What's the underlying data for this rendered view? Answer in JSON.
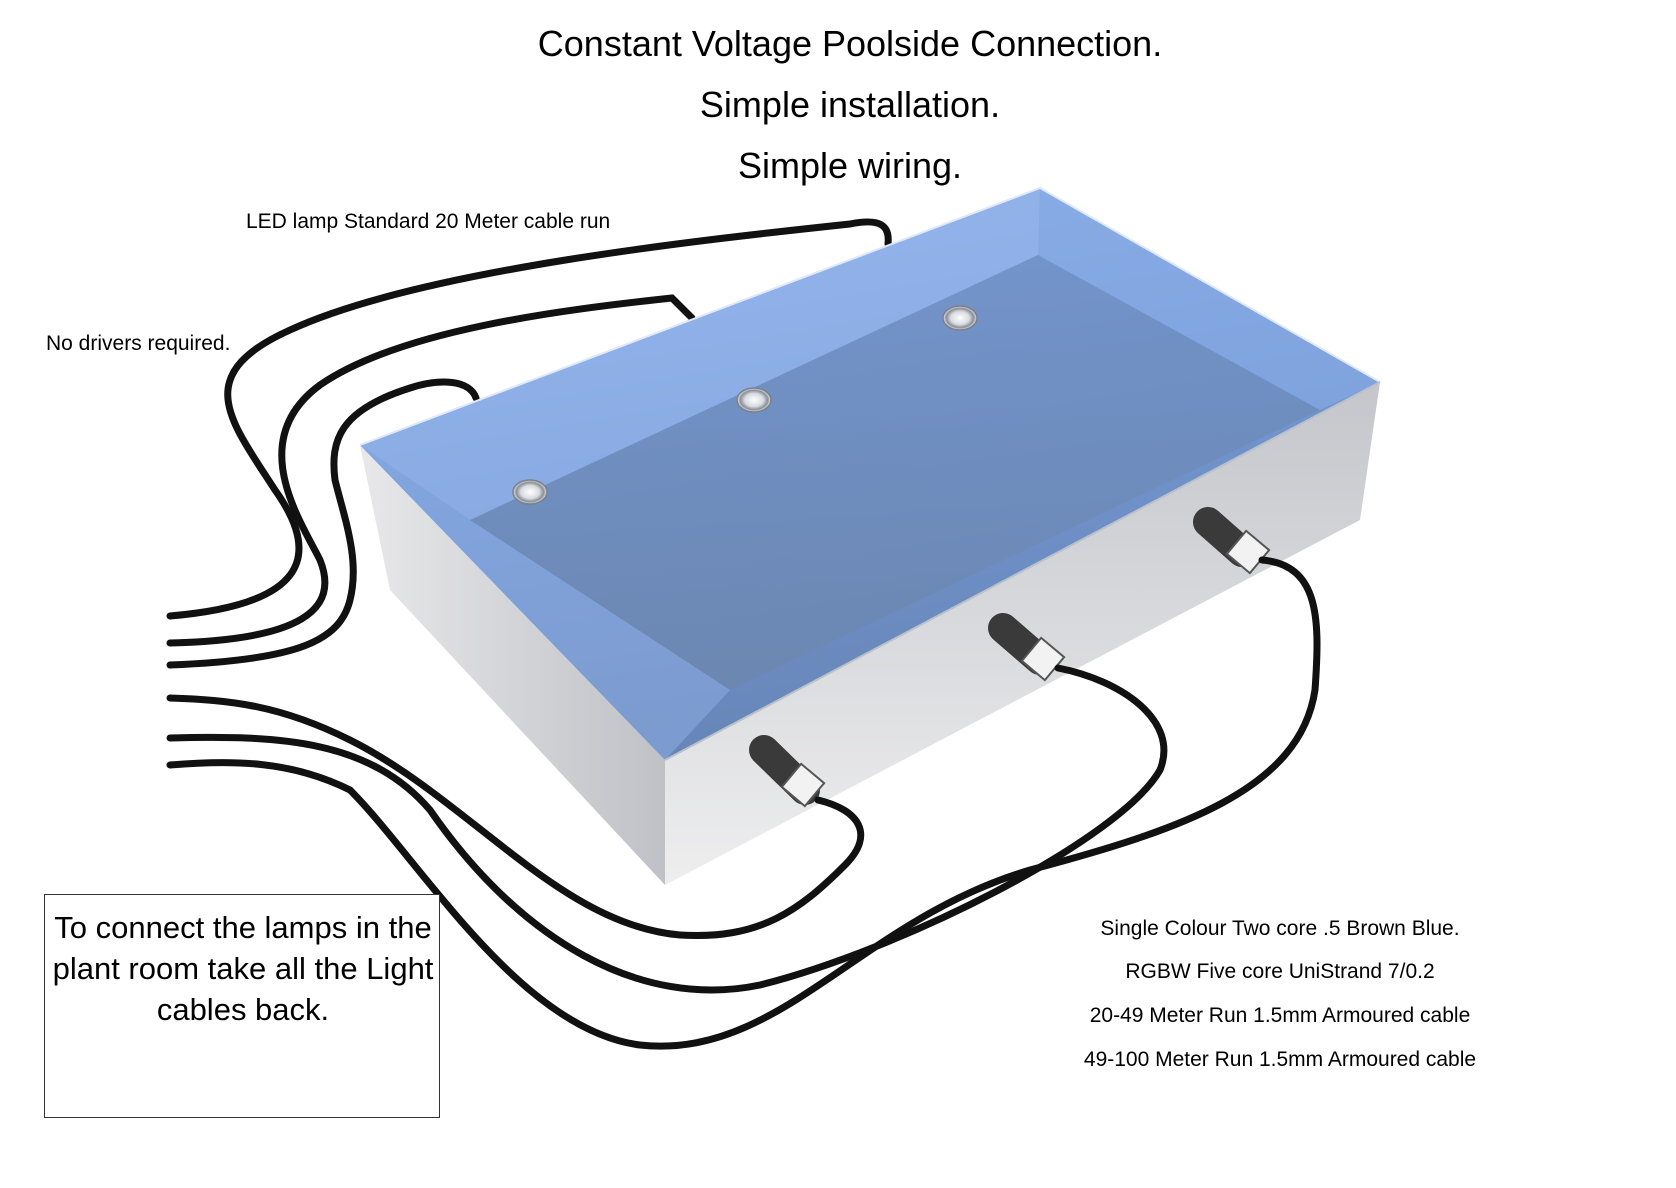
{
  "title": {
    "line1": "Constant Voltage Poolside Connection.",
    "line2": "Simple installation.",
    "line3": "Simple wiring."
  },
  "notes": {
    "cable_run": "LED lamp Standard 20 Meter cable run",
    "drivers": "No drivers required."
  },
  "callout": "To connect the lamps in the plant room take all the Light cables back.",
  "specs": [
    "Single Colour Two core .5 Brown Blue.",
    "RGBW Five core UniStrand 7/0.2",
    "20-49 Meter Run 1.5mm Armoured cable",
    "49-100 Meter Run 1.5mm Armoured cable"
  ],
  "colors": {
    "water_top": "#7fa8e6",
    "water_deep": "#5b7fb8",
    "pool_wall": "#d9d9dc",
    "cable": "#111111",
    "lamp": "#c9ced6"
  }
}
